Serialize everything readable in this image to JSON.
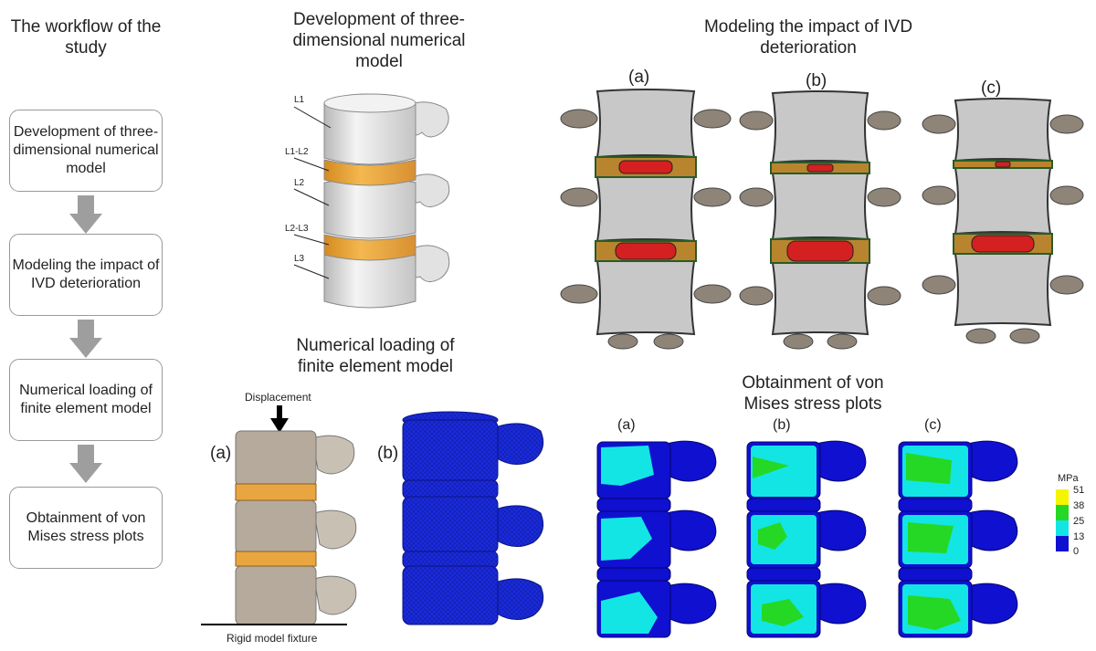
{
  "workflow": {
    "title": "The workflow of the study",
    "steps": [
      "Development of three-dimensional numerical model",
      "Modeling the impact of IVD deterioration",
      "Numerical loading of finite element model",
      "Obtainment of von Mises stress plots"
    ]
  },
  "panel_model": {
    "title": "Development of three-dimensional numerical model",
    "labels": [
      "L1",
      "L1-L2",
      "L2",
      "L2-L3",
      "L3"
    ]
  },
  "panel_ivd": {
    "title": "Modeling the impact of IVD deterioration",
    "cases": [
      "(a)",
      "(b)",
      "(c)"
    ]
  },
  "panel_loading": {
    "title": "Numerical loading of finite element model",
    "displacement": "Displacement",
    "fixture": "Rigid model fixture",
    "cases": [
      "(a)",
      "(b)"
    ]
  },
  "panel_stress": {
    "title": "Obtainment of von Mises stress plots",
    "cases": [
      "(a)",
      "(b)",
      "(c)"
    ],
    "legend_unit": "MPa",
    "legend_ticks": [
      "51",
      "38",
      "25",
      "13",
      "0"
    ],
    "legend_colors": [
      "#f5f500",
      "#25d825",
      "#13e5e5",
      "#1010d0"
    ]
  },
  "colors": {
    "bone": "#e8e8e8",
    "disc": "#f0a830",
    "nucleus": "#d02020",
    "mesh": "#1a2ad8"
  }
}
